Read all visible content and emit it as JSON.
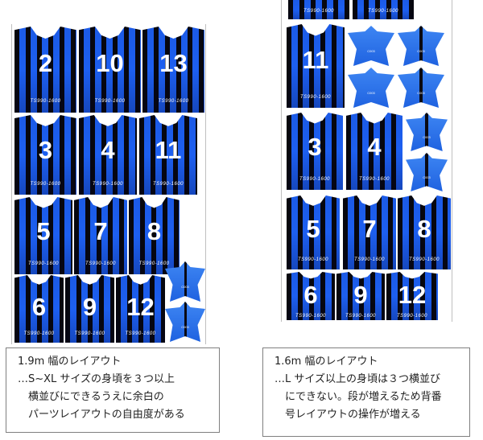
{
  "left_layout": {
    "shirt_numbers": [
      "2",
      "10",
      "13",
      "3",
      "4",
      "11",
      "5",
      "7",
      "8",
      "6",
      "9",
      "12"
    ],
    "shirt_logo": "TS990-1600",
    "sleeve_mark": "C003",
    "caption": {
      "title": "1.9m 幅のレイアウト",
      "line1": "…S~XL サイズの身頃を３つ以上",
      "line2": "横並びにできるうえに余白の",
      "line3": "パーツレイアウトの自由度がある"
    }
  },
  "right_layout": {
    "shirt_numbers": [
      "11",
      "3",
      "4",
      "5",
      "7",
      "8",
      "6",
      "9",
      "12"
    ],
    "shirt_logo": "TS990-1600",
    "sleeve_mark": "C003",
    "caption": {
      "title": "1.6m 幅のレイアウト",
      "line1": "…L サイズ以上の身頃は３つ横並び",
      "line2": "にできない。段が増えるため背番",
      "line3": "号レイアウトの操作が増える"
    }
  },
  "colors": {
    "stripe_blue": "#1d5ff0",
    "stripe_black": "#07070e",
    "sleeve_blue": "#2f74ea",
    "caption_border": "#7f7f7f"
  }
}
